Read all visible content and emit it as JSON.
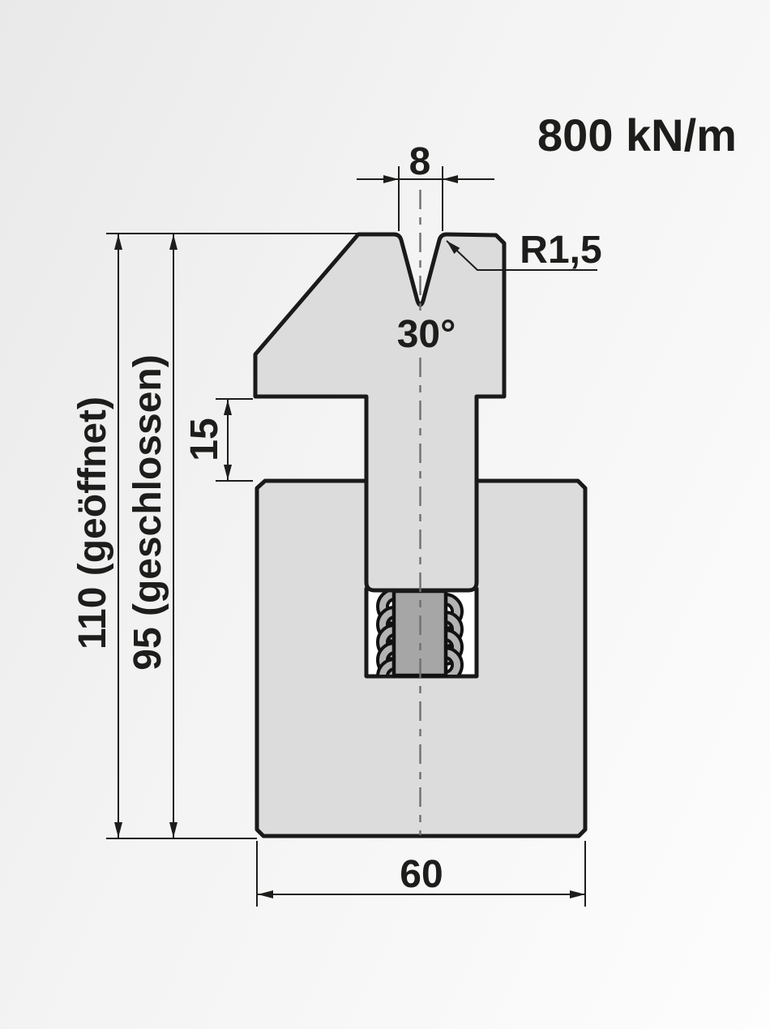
{
  "drawing": {
    "load_rating": "800 kN/m",
    "labels": {
      "v_width": "8",
      "radius": "R1,5",
      "angle": "30°",
      "slot_height": "15",
      "open_height": "110 (geöffnet)",
      "closed_height": "95 (geschlossen)",
      "base_width": "60"
    },
    "colors": {
      "line": "#1d1d1b",
      "body_fill": "#dcdcdc",
      "pin_fill": "#a6a6a6",
      "spring_fill": "#b3b3b3",
      "cavity_fill": "#ffffff",
      "centerline": "#6f6f6f"
    }
  }
}
